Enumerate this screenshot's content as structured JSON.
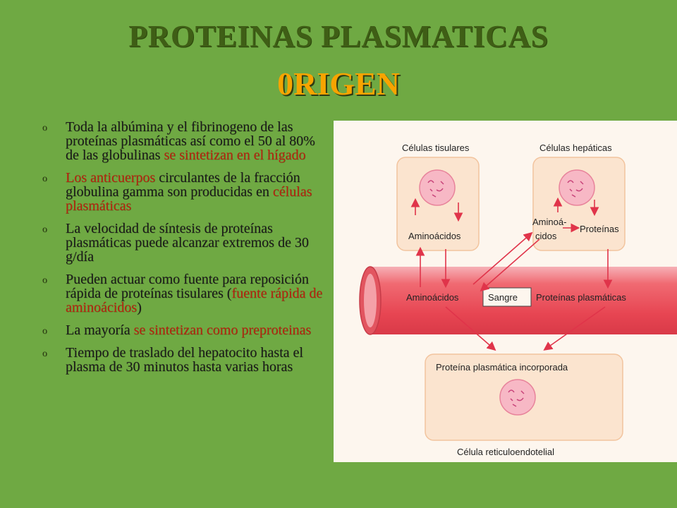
{
  "title": {
    "line1": "PROTEINAS PLASMATICAS",
    "line2": "0RIGEN"
  },
  "bullets": [
    {
      "parts": [
        {
          "text": "Toda la albúmina y el fibrinogeno de las proteínas plasmáticas así como el 50 al 80% de las globulinas ",
          "highlight": false
        },
        {
          "text": "se sintetizan en el hígado",
          "highlight": true
        }
      ]
    },
    {
      "parts": [
        {
          "text": "Los anticuerpos",
          "highlight": true
        },
        {
          "text": " circulantes de la fracción globulina gamma son producidas en ",
          "highlight": false
        },
        {
          "text": "células plasmáticas",
          "highlight": true
        }
      ]
    },
    {
      "parts": [
        {
          "text": "La velocidad de síntesis de proteínas plasmáticas puede alcanzar extremos de 30 g/día",
          "highlight": false
        }
      ]
    },
    {
      "parts": [
        {
          "text": "Pueden actuar como fuente para reposición rápida de proteínas tisulares (",
          "highlight": false
        },
        {
          "text": "fuente  rápida de aminoácidos",
          "highlight": true
        },
        {
          "text": ")",
          "highlight": false
        }
      ]
    },
    {
      "parts": [
        {
          "text": "La mayoría ",
          "highlight": false
        },
        {
          "text": "se sintetizan como preproteinas",
          "highlight": true
        }
      ]
    },
    {
      "parts": [
        {
          "text": "Tiempo de traslado del hepatocito hasta el plasma de 30 minutos hasta varias horas",
          "highlight": false
        }
      ]
    }
  ],
  "diagram": {
    "tissue_cells": "Células tisulares",
    "hepatic_cells": "Células hepáticas",
    "tissue_amino": "Aminoácidos",
    "liver_amino_1": "Aminoá-",
    "liver_amino_2": "cidos",
    "liver_proteins": "Proteínas",
    "blood_amino": "Aminoácidos",
    "blood": "Sangre",
    "plasma_proteins": "Proteínas plasmáticas",
    "incorporated": "Proteína plasmática incorporada",
    "reticulo": "Célula reticuloendotelial"
  },
  "colors": {
    "background": "#6fa943",
    "title": "#3f5e16",
    "origin": "#f7a400",
    "highlight": "#b8230f",
    "arrow": "#e0344a"
  }
}
